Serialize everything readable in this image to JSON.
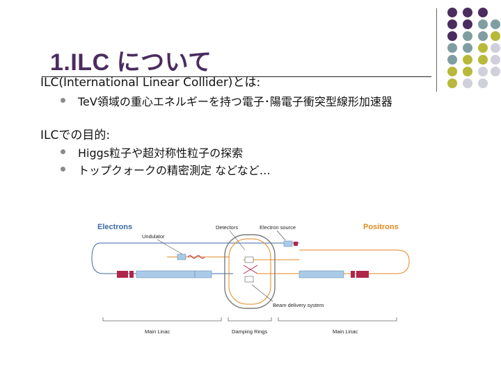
{
  "slide": {
    "title": "1.ILC について",
    "heading1": "ILC(International Linear Collider)とは:",
    "bullets1": [
      "TeV領域の重心エネルギーを持つ電子･陽電子衝突型線形加速器"
    ],
    "heading2": "ILCでの目的:",
    "bullets2": [
      "Higgs粒子や超対称性粒子の探索",
      "トップクォークの精密測定 などなど…"
    ]
  },
  "diagram": {
    "labels": {
      "electrons": "Electrons",
      "positrons": "Positrons",
      "undulator": "Undulator",
      "detectors": "Detectors",
      "electron_source": "Electron source",
      "beam_delivery": "Beam delivery system",
      "main_linac_left": "Main Linac",
      "damping_rings": "Damping Rings",
      "main_linac_right": "Main Linac"
    },
    "colors": {
      "electron": "#3b6aa6",
      "positron": "#e08a1e",
      "linac": "#a9cbe8",
      "module": "#b0264a",
      "ring": "#7a7a7a"
    }
  },
  "theme": {
    "title_color": "#4b2c5f",
    "dot_colors": [
      "#4b2c5f",
      "#7f9ea2",
      "#b8b83a",
      "#d0d0dc"
    ]
  }
}
